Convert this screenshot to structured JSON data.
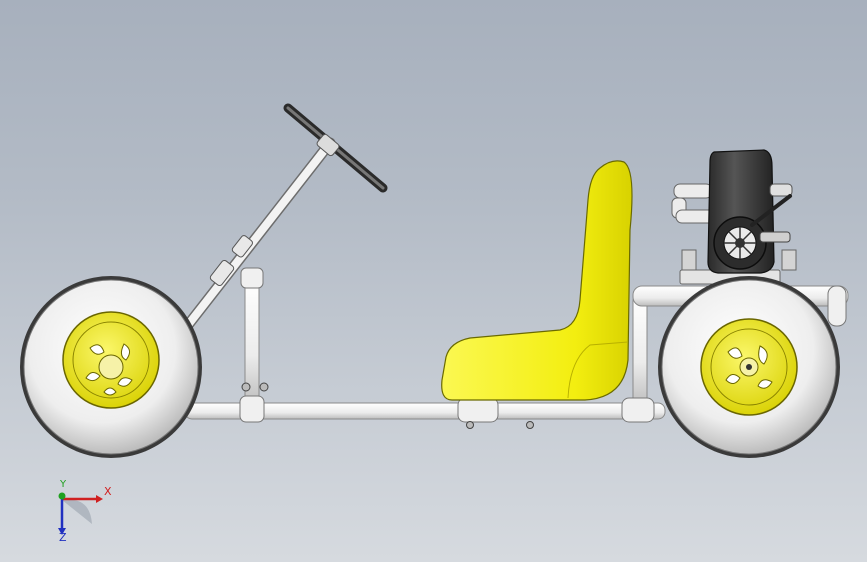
{
  "viewport": {
    "background_top": "#a7b0bd",
    "background_bottom": "#d6dadf"
  },
  "model": {
    "seat_color": "#f5f020",
    "wheel_hub_color": "#e6e000",
    "tire_color": "#f2f2f2",
    "frame_color": "#f4f4f4",
    "engine_color": "#3a3a3a"
  },
  "triad": {
    "x_label": "X",
    "y_label": "Y",
    "z_label": "Z",
    "x_color": "#d02020",
    "y_color": "#20a020",
    "z_color": "#2030c0"
  }
}
